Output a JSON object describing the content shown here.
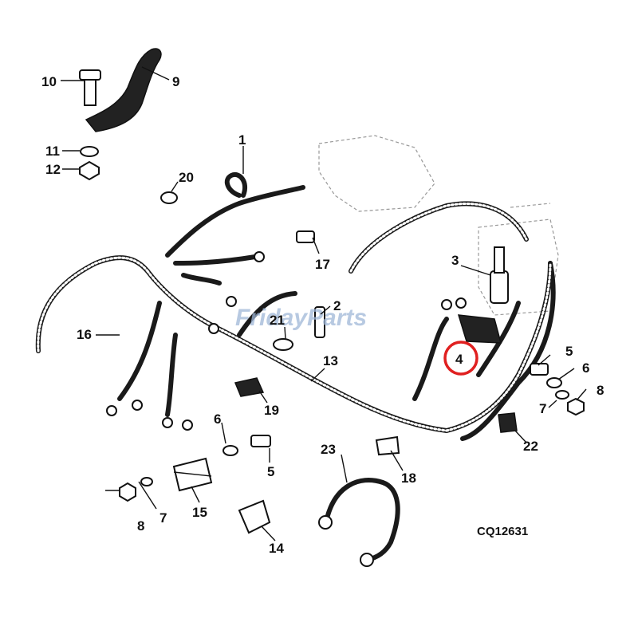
{
  "watermark": {
    "text": "FridayParts"
  },
  "drawing_code": "CQ12631",
  "highlighted_part": "4",
  "colors": {
    "highlight": "#e02020",
    "watermark": "#9fb7d8",
    "ink": "#111111"
  },
  "callouts": [
    "1",
    "2",
    "3",
    "4",
    "5",
    "6",
    "7",
    "8",
    "9",
    "10",
    "11",
    "12",
    "13",
    "14",
    "15",
    "16",
    "17",
    "18",
    "19",
    "20",
    "21",
    "22",
    "23",
    "5",
    "6",
    "7",
    "8"
  ]
}
